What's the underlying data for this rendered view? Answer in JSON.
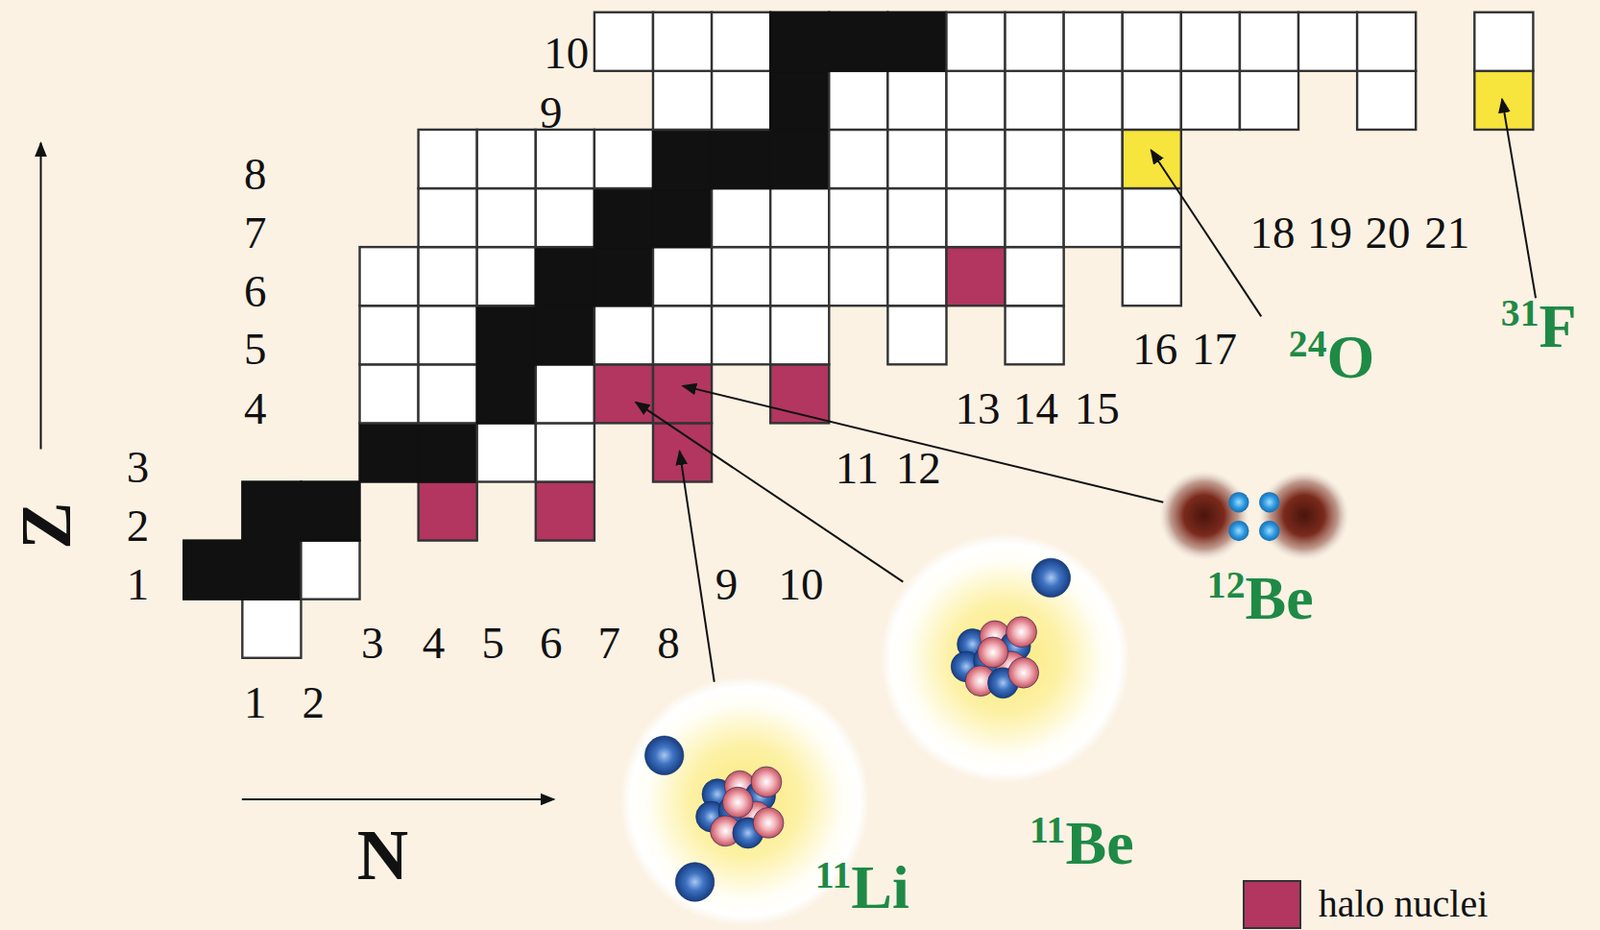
{
  "diagram": {
    "labels": [
      "10",
      "9",
      "8",
      "7",
      "6",
      "5",
      "4",
      "3",
      "2",
      "1",
      "1",
      "2",
      "3",
      "4",
      "5",
      "6",
      "7",
      "8",
      "9",
      "10",
      "11",
      "12",
      "13",
      "14",
      "15",
      "16",
      "17",
      "18",
      "19",
      "20",
      "21",
      "Z",
      "N",
      "11Li",
      "11Be",
      "12Be",
      "24O",
      "31F"
    ],
    "legend": [
      {
        "text": "halo nuclei",
        "color": "#b2365f"
      }
    ]
  }
}
